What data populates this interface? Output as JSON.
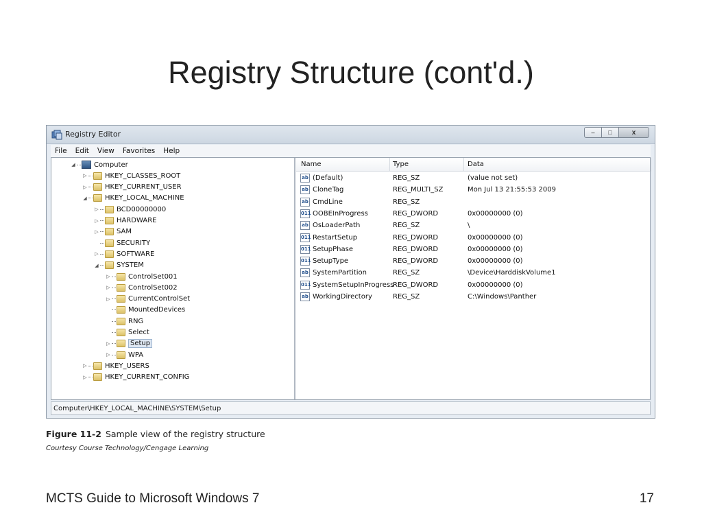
{
  "slide": {
    "title": "Registry Structure (cont'd.)",
    "footer_left": "MCTS Guide to Microsoft Windows 7",
    "page_number": "17"
  },
  "window": {
    "title": "Registry Editor",
    "controls": {
      "minimize": "–",
      "maximize": "□",
      "close": "x"
    }
  },
  "menu": [
    "File",
    "Edit",
    "View",
    "Favorites",
    "Help"
  ],
  "tree": [
    {
      "label": "Computer",
      "level": 0,
      "expander": "expanded",
      "icon": "computer-icon"
    },
    {
      "label": "HKEY_CLASSES_ROOT",
      "level": 1,
      "expander": "collapsed",
      "icon": "folder-icon"
    },
    {
      "label": "HKEY_CURRENT_USER",
      "level": 1,
      "expander": "collapsed",
      "icon": "folder-icon"
    },
    {
      "label": "HKEY_LOCAL_MACHINE",
      "level": 1,
      "expander": "expanded",
      "icon": "folder-icon"
    },
    {
      "label": "BCD00000000",
      "level": 2,
      "expander": "collapsed",
      "icon": "folder-icon"
    },
    {
      "label": "HARDWARE",
      "level": 2,
      "expander": "collapsed",
      "icon": "folder-icon"
    },
    {
      "label": "SAM",
      "level": 2,
      "expander": "collapsed",
      "icon": "folder-icon"
    },
    {
      "label": "SECURITY",
      "level": 2,
      "expander": "none",
      "icon": "folder-icon"
    },
    {
      "label": "SOFTWARE",
      "level": 2,
      "expander": "collapsed",
      "icon": "folder-icon"
    },
    {
      "label": "SYSTEM",
      "level": 2,
      "expander": "expanded",
      "icon": "folder-icon"
    },
    {
      "label": "ControlSet001",
      "level": 3,
      "expander": "collapsed",
      "icon": "folder-icon"
    },
    {
      "label": "ControlSet002",
      "level": 3,
      "expander": "collapsed",
      "icon": "folder-icon"
    },
    {
      "label": "CurrentControlSet",
      "level": 3,
      "expander": "collapsed",
      "icon": "folder-icon"
    },
    {
      "label": "MountedDevices",
      "level": 3,
      "expander": "none",
      "icon": "folder-icon"
    },
    {
      "label": "RNG",
      "level": 3,
      "expander": "none",
      "icon": "folder-icon"
    },
    {
      "label": "Select",
      "level": 3,
      "expander": "none",
      "icon": "folder-icon"
    },
    {
      "label": "Setup",
      "level": 3,
      "expander": "collapsed",
      "icon": "folder-icon",
      "selected": true
    },
    {
      "label": "WPA",
      "level": 3,
      "expander": "collapsed",
      "icon": "folder-icon"
    },
    {
      "label": "HKEY_USERS",
      "level": 1,
      "expander": "collapsed",
      "icon": "folder-icon"
    },
    {
      "label": "HKEY_CURRENT_CONFIG",
      "level": 1,
      "expander": "collapsed",
      "icon": "folder-icon"
    }
  ],
  "list": {
    "columns": [
      "Name",
      "Type",
      "Data"
    ],
    "rows": [
      {
        "name": "(Default)",
        "type": "REG_SZ",
        "data": "(value not set)",
        "icon": "string-value-icon"
      },
      {
        "name": "CloneTag",
        "type": "REG_MULTI_SZ",
        "data": "Mon Jul 13 21:55:53 2009",
        "icon": "string-value-icon"
      },
      {
        "name": "CmdLine",
        "type": "REG_SZ",
        "data": "",
        "icon": "string-value-icon"
      },
      {
        "name": "OOBEInProgress",
        "type": "REG_DWORD",
        "data": "0x00000000 (0)",
        "icon": "binary-value-icon"
      },
      {
        "name": "OsLoaderPath",
        "type": "REG_SZ",
        "data": "\\",
        "icon": "string-value-icon"
      },
      {
        "name": "RestartSetup",
        "type": "REG_DWORD",
        "data": "0x00000000 (0)",
        "icon": "binary-value-icon"
      },
      {
        "name": "SetupPhase",
        "type": "REG_DWORD",
        "data": "0x00000000 (0)",
        "icon": "binary-value-icon"
      },
      {
        "name": "SetupType",
        "type": "REG_DWORD",
        "data": "0x00000000 (0)",
        "icon": "binary-value-icon"
      },
      {
        "name": "SystemPartition",
        "type": "REG_SZ",
        "data": "\\Device\\HarddiskVolume1",
        "icon": "string-value-icon"
      },
      {
        "name": "SystemSetupInProgress",
        "type": "REG_DWORD",
        "data": "0x00000000 (0)",
        "icon": "binary-value-icon"
      },
      {
        "name": "WorkingDirectory",
        "type": "REG_SZ",
        "data": "C:\\Windows\\Panther",
        "icon": "string-value-icon"
      }
    ]
  },
  "status_bar": "Computer\\HKEY_LOCAL_MACHINE\\SYSTEM\\Setup",
  "figure": {
    "number": "Figure 11-2",
    "caption": "Sample view of the registry structure",
    "courtesy": "Courtesy Course Technology/Cengage Learning"
  }
}
